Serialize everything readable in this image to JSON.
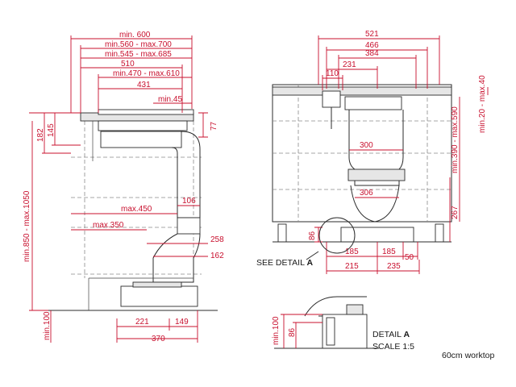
{
  "left_view": {
    "top_dims": [
      "min. 600",
      "min.560 - max.700",
      "min.545 - max.685",
      "510",
      "min.470 - max.610",
      "431",
      "min.45"
    ],
    "left_dims": [
      "182",
      "145",
      "min.850 - max.1050",
      "min.100"
    ],
    "right_dims": [
      "77",
      "106",
      "258",
      "162"
    ],
    "inner_dims": [
      "max.450",
      "max.350"
    ],
    "bottom_dims": [
      "221",
      "149",
      "370"
    ]
  },
  "right_view": {
    "top_dims": [
      "521",
      "466",
      "384",
      "231",
      "110"
    ],
    "inner_dims": [
      "300",
      "306"
    ],
    "right_dims": [
      "min.20 - max.40",
      "min.390 - max.590",
      "267"
    ],
    "side_dims": [
      "86"
    ],
    "bottom_dims": [
      "185",
      "185",
      "50",
      "215",
      "235"
    ],
    "callout": "SEE DETAIL",
    "callout_letter": "A"
  },
  "detail": {
    "dims": [
      "min.100",
      "86"
    ],
    "title": "DETAIL",
    "title_letter": "A",
    "scale": "SCALE 1:5"
  },
  "caption": "60cm worktop",
  "colors": {
    "dimension": "#c8102e",
    "line": "#2b2b2b",
    "hidden": "#8a8a8a"
  }
}
